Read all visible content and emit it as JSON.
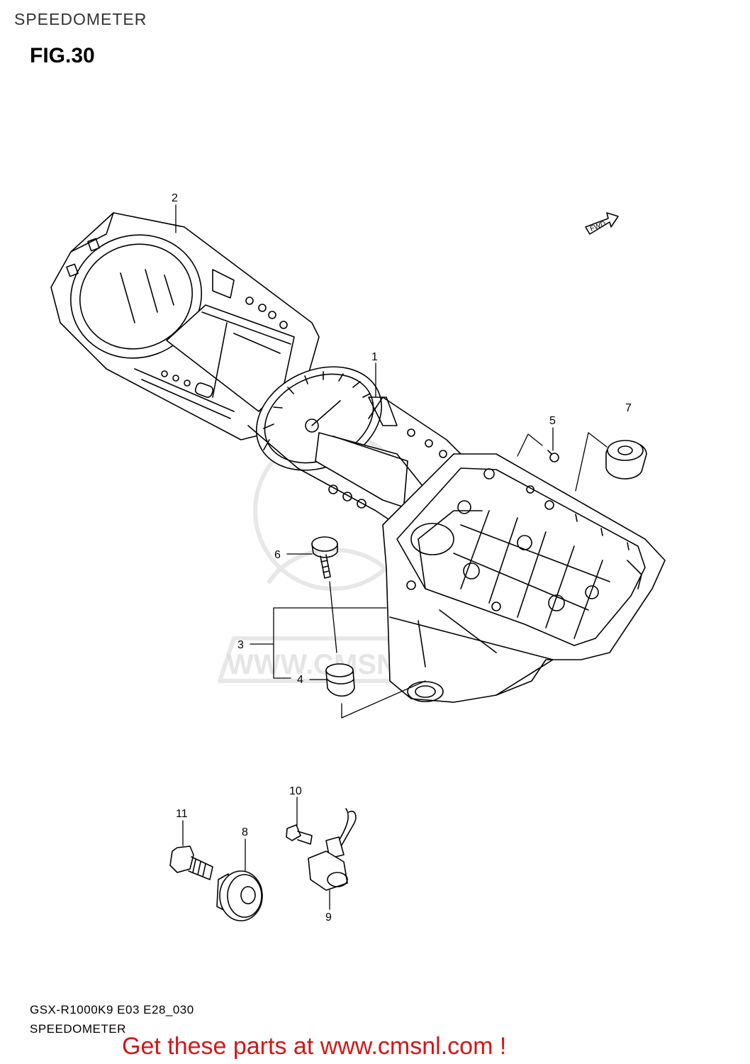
{
  "header": {
    "title": "SPEEDOMETER"
  },
  "figure": {
    "label": "FIG.30"
  },
  "direction_badge": {
    "text": "FWD"
  },
  "watermark": {
    "text": "WWW.CMSNL.COM"
  },
  "callouts": [
    "1",
    "2",
    "3",
    "4",
    "5",
    "6",
    "7",
    "8",
    "9",
    "10",
    "11"
  ],
  "footer": {
    "model_code": "GSX-R1000K9 E03 E28_030",
    "title": "SPEEDOMETER",
    "promo": "Get these parts at www.cmsnl.com !"
  },
  "colors": {
    "line": "#000000",
    "promo": "#d81414",
    "watermark": "#d8d8d8"
  }
}
